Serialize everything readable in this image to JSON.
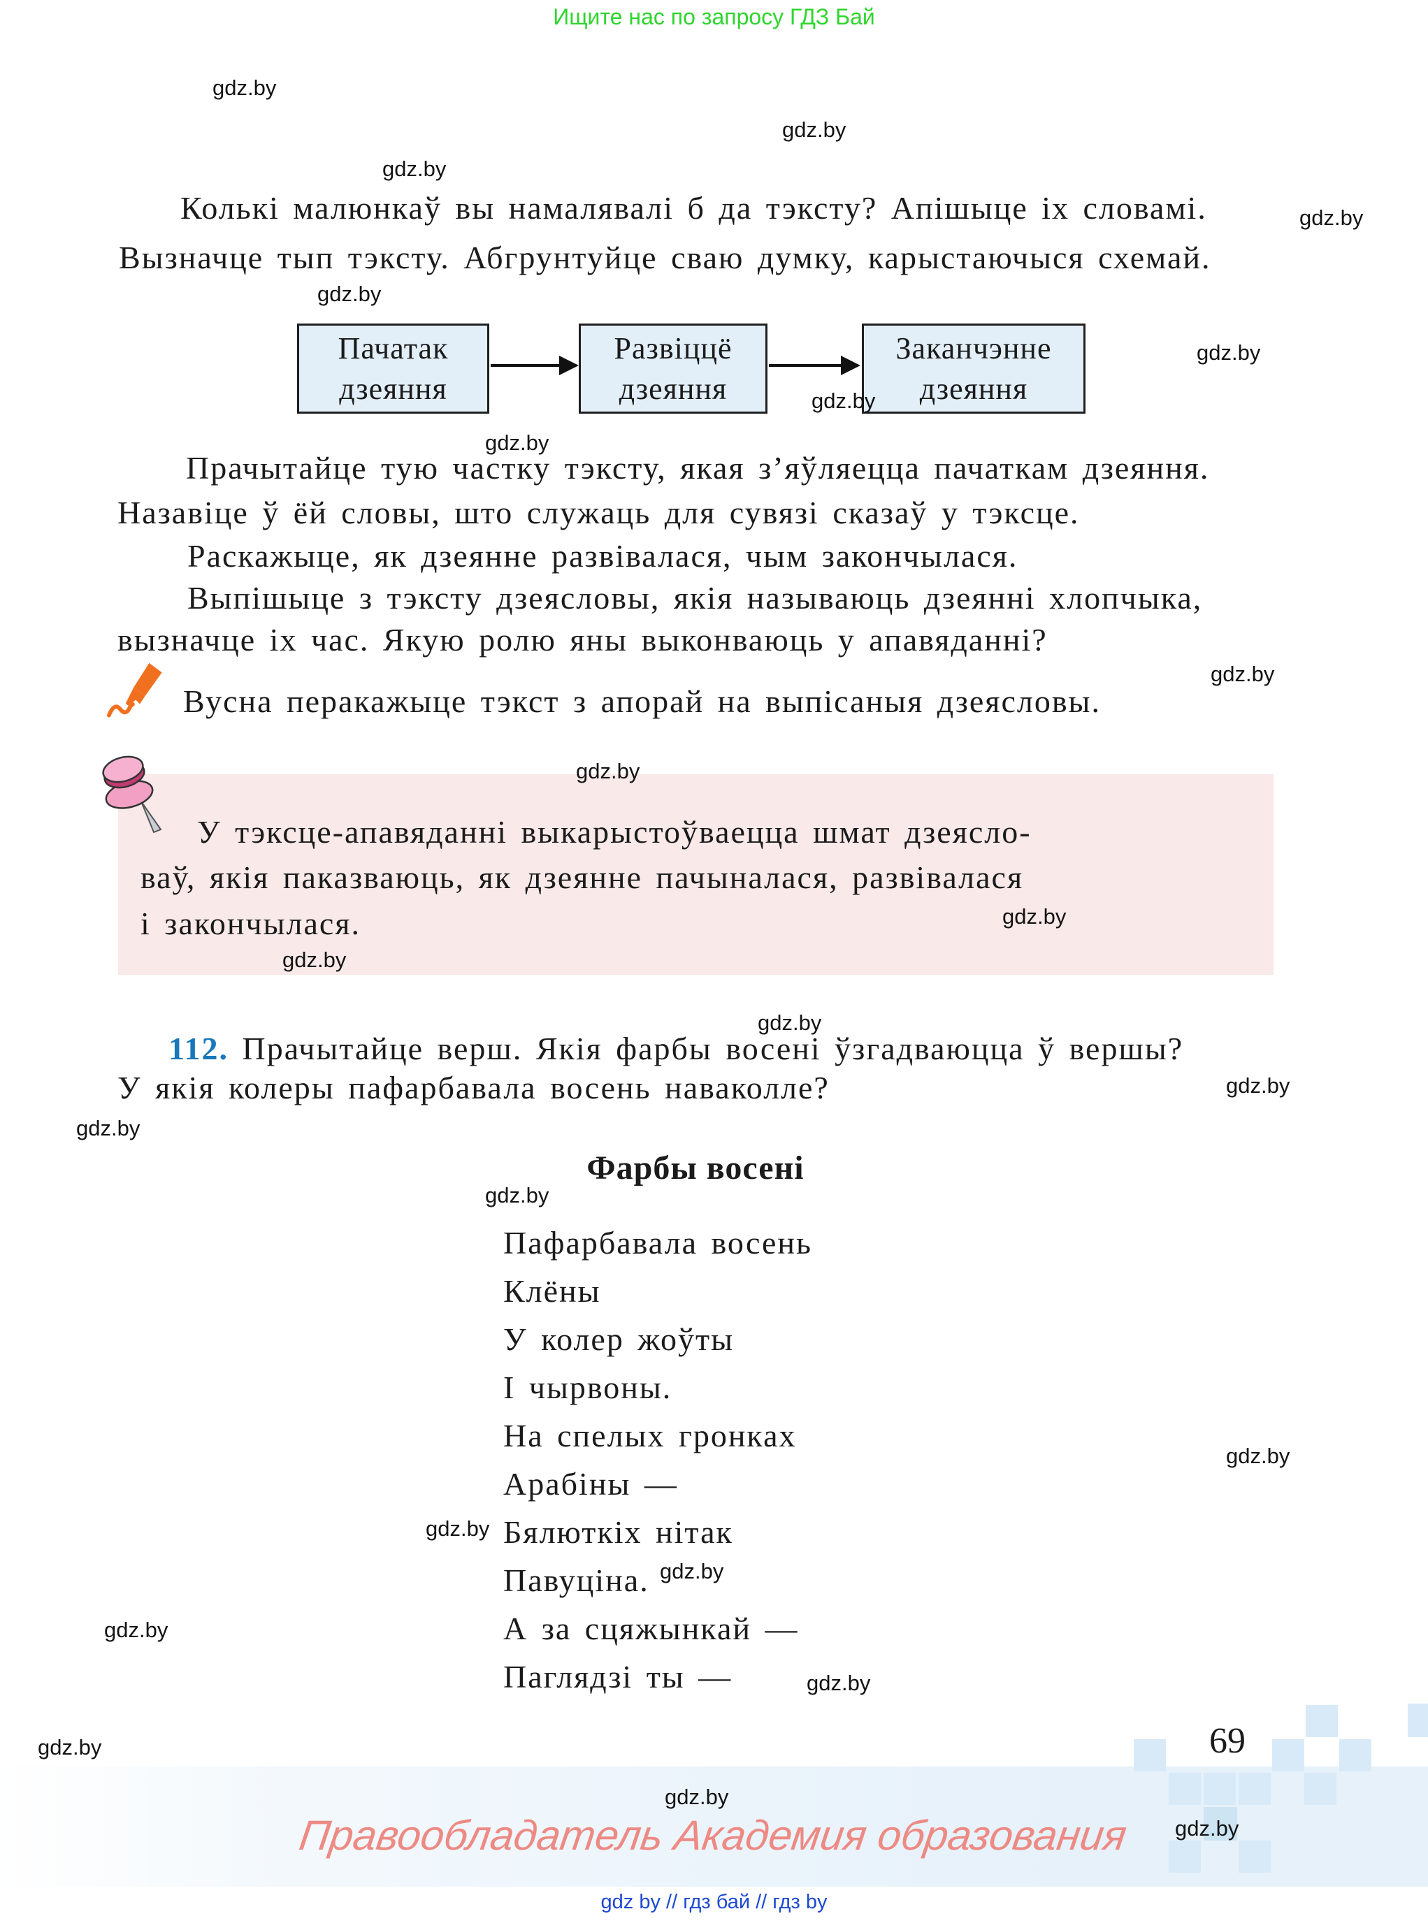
{
  "page": {
    "header_note": "Ищите нас по запросу ГДЗ Бай",
    "watermark": "gdz.by",
    "page_number": "69",
    "footer_copyright": "Правообладатель Академия образования",
    "footer_links": "gdz by  //  гдз бай  //  гдз by"
  },
  "colors": {
    "header_green": "#2ed52e",
    "exercise_number_blue": "#1878ba",
    "links_blue": "#1d49d2",
    "footer_salmon": "#ed8a84",
    "flow_box_fill": "#e2eff8",
    "note_box_pink": "#f9e9e9",
    "decor_blue": "#d8eaf8",
    "pen_orange": "#f07020",
    "pushpin_pink": "#f2a0c4"
  },
  "intro": {
    "line1": "Колькі малюнкаў вы намалявалі б да тэксту? Апішыце іх словамі.",
    "line2": "Вызначце тып тэксту. Абгрунтуйце сваю думку, карыстаючыся схемай."
  },
  "flowchart": {
    "boxes": [
      {
        "line1": "Пачатак",
        "line2": "дзеяння"
      },
      {
        "line1": "Развіццё",
        "line2": "дзеяння"
      },
      {
        "line1": "Заканчэнне",
        "line2": "дзеяння"
      }
    ]
  },
  "tasks": {
    "read_line1": "Прачытайце тую частку тэксту, якая з’яўляецца пачаткам дзеяння.",
    "read_line2": "Назавіце ў ёй словы, што служаць для сувязі сказаў у тэксце.",
    "tell_line": "Раскажыце, як дзеянне развівалася, чым закончылася.",
    "write_line1": "Выпішыце з тэксту дзеясловы, якія называюць дзеянні хлопчыка,",
    "write_line2": "вызначце іх час. Якую ролю яны выконваюць у апавяданні?",
    "oral_line": "Вусна перакажыце тэкст з апорай на выпісаныя дзеясловы."
  },
  "note_box": {
    "line1": "У тэксце-апавяданні выкарыстоўваецца шмат дзеясло-",
    "line2": "ваў, якія паказваюць, як дзеянне пачыналася, развівалася",
    "line3": "і закончылася."
  },
  "exercise": {
    "number": "112.",
    "intro_line1": "Прачытайце верш. Якія фарбы восені ўзгадваюцца ў вершы?",
    "intro_line2": "У якія колеры пафарбавала восень наваколле?"
  },
  "poem": {
    "title": "Фарбы восені",
    "lines": [
      "Пафарбавала восень",
      "Клёны",
      "У колер жоўты",
      "І чырвоны.",
      "На спелых гронках",
      "Арабіны —",
      "Бялюткіх нітак",
      "Павуціна.",
      "А за сцяжынкай —",
      "Паглядзі ты —"
    ]
  }
}
